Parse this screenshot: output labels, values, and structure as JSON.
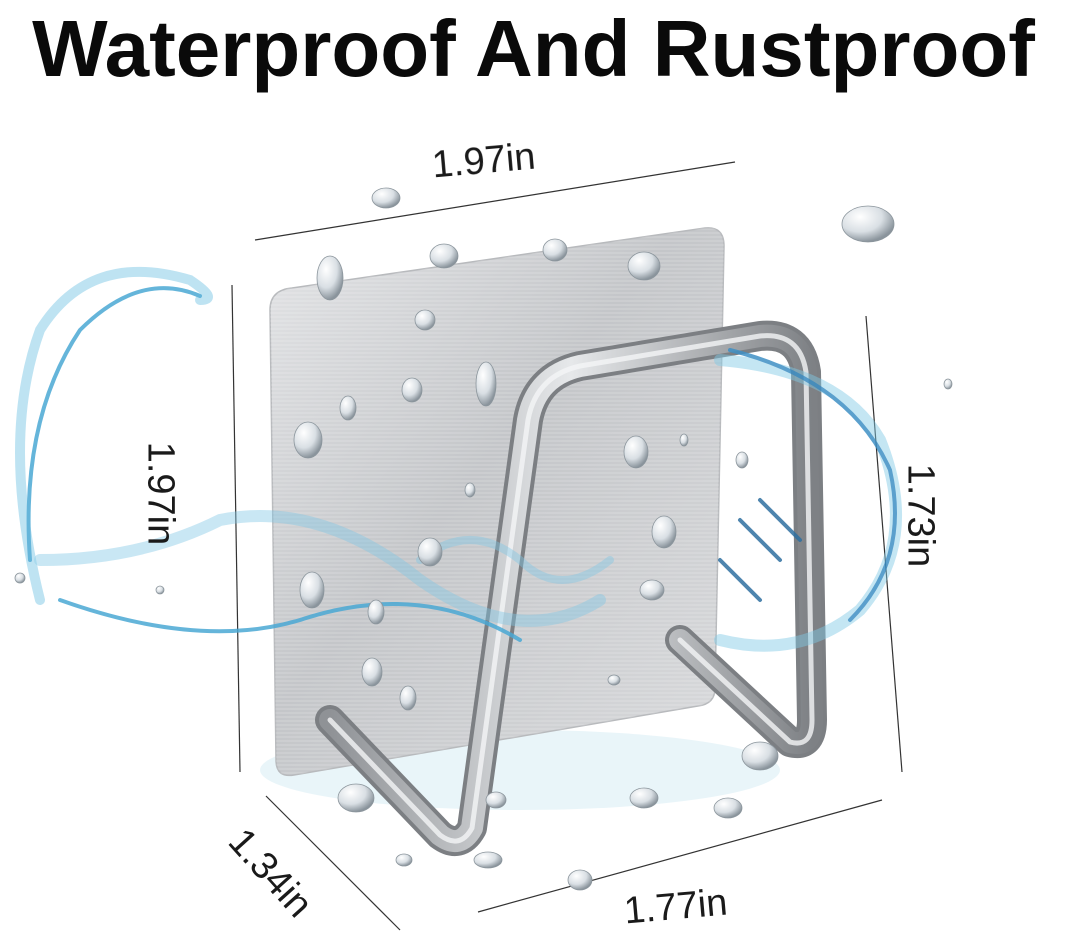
{
  "title": "Waterproof And Rustproof",
  "dimensions": {
    "top_width": "1.97in",
    "left_height": "1.97in",
    "right_height": "1.73in",
    "depth": "1.34in",
    "bottom_width": "1.77in"
  },
  "product": {
    "icon": "stainless-sponge-holder",
    "plate_color": "#c9cacc",
    "wire_color": "#b5b8bc",
    "water_color": "#7fc8e6"
  }
}
